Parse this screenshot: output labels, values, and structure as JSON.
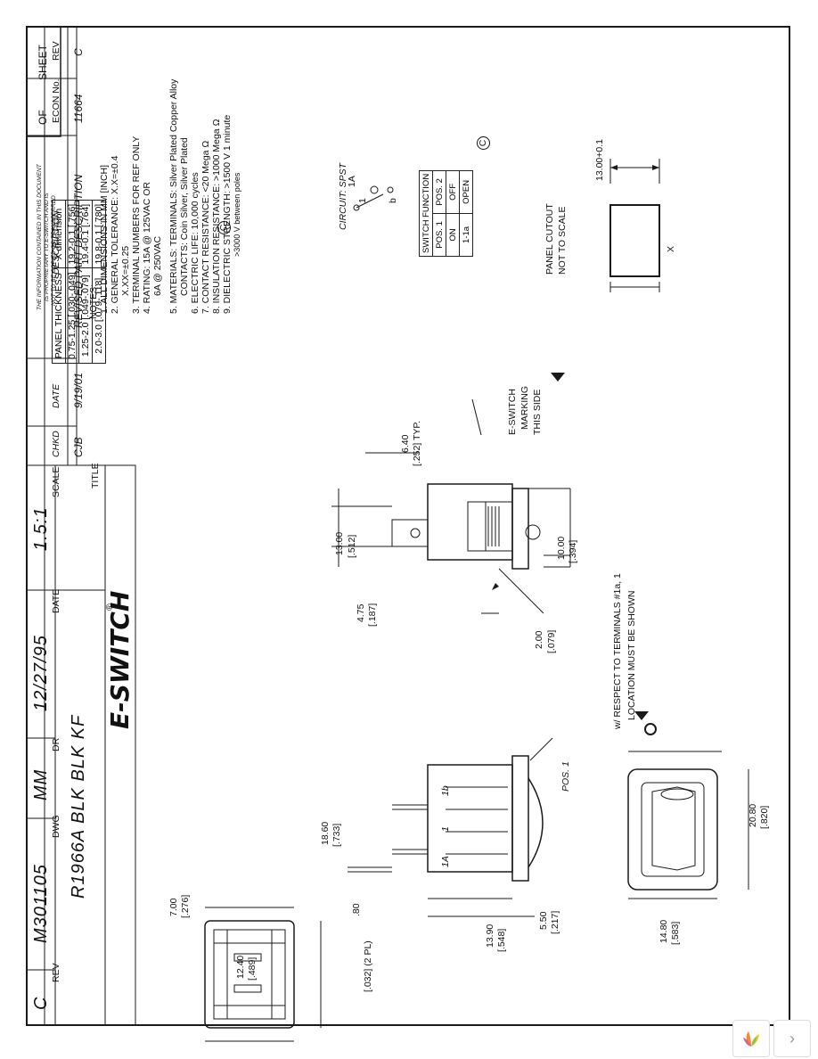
{
  "sheet": {
    "sheet_label": "SHEET",
    "of_label": "OF"
  },
  "panel_table": {
    "headers": [
      "PANEL THICKNESS",
      "X dimension"
    ],
    "rows": [
      [
        "0.75-1.25 [.030-.049]",
        "19.2-0.1 [.756]"
      ],
      [
        "1.25-2.0 [.049-.079]",
        "19.4-0.1 [.764]"
      ],
      [
        "2.0-3.0 [.079-.118]",
        "19.8-0.1 [.780]"
      ]
    ]
  },
  "panel_cutout": {
    "dim_top": "13.00+0.1",
    "x_label": "X",
    "title": "PANEL CUTOUT",
    "note": "NOT TO SCALE"
  },
  "notes": {
    "heading": "NOTES:",
    "lines": [
      "1. ALL DIMENSIONS IN MM [INCH]",
      "2. GENERAL TOLERANCE: X.X=±0.4",
      "X.XX=±0.25",
      "3. TERMINAL NUMBERS FOR REF ONLY",
      "4. RATING: 15A @ 125VAC OR",
      "6A @ 250VAC",
      "5. MATERIALS: TERMINALS: Silver Plated Copper Alloy",
      "CONTACTS: Coin Silver, Silver Plated",
      "6. ELECTRIC LIFE: 10,000 cycles",
      "7. CONTACT RESISTANCE: <20 Mega Ω",
      "8. INSULATION RESISTANCE: >1000 Mega Ω",
      "9. DIELECTRIC STRENGTH: >1500 V 1 minute",
      ">3000 V between poles"
    ],
    "circle_c": "C"
  },
  "circuit": {
    "label": "CIRCUIT: SPST",
    "t1a": "1A",
    "t1": "1",
    "tb": "b"
  },
  "switch_function": {
    "title": "SWITCH FUNCTION",
    "headers": [
      "POS. 1",
      "POS. 2"
    ],
    "row_on": [
      "ON",
      "OFF"
    ],
    "row_term": [
      "1-1a",
      "OPEN"
    ],
    "circle_c": "C"
  },
  "side_view_top": {
    "marking": [
      "E-SWITCH",
      "MARKING",
      "THIS SIDE"
    ],
    "d1": [
      "10.00",
      "[.394]"
    ],
    "d2": [
      "6.40",
      "[.252] TYP."
    ],
    "d3": [
      "13.00",
      "[.512]"
    ],
    "d4": [
      "4.75",
      "[.187]"
    ],
    "d5": [
      "2.00",
      "[.079]"
    ]
  },
  "location_note": {
    "line1": "LOCATION MUST BE SHOWN",
    "line2": "w/ RESPECT TO TERMINALS #1a, 1"
  },
  "front_view": {
    "d1": [
      "20.80",
      "[.820]"
    ],
    "d2": [
      "14.80",
      "[.583]"
    ]
  },
  "side_view_bottom": {
    "pos_label": "POS. 1",
    "terminals": [
      "1b",
      "1",
      "1A"
    ],
    "d1": [
      "5.50",
      "[.217]"
    ],
    "d2": [
      "13.90",
      "[.548]"
    ],
    "d3": [
      ".80",
      "[.032] (2 PL)"
    ]
  },
  "bottom_view": {
    "d1": [
      "18.60",
      "[.733]"
    ],
    "d2": [
      "7.00",
      "[.276]"
    ],
    "d3": [
      "12.40",
      "[.489]"
    ]
  },
  "revision_block": {
    "rev_header": "REV",
    "econ_header": "ECON No.",
    "desc_header": "DESCRIPTION",
    "date_header": "DATE",
    "chkd_header": "CHKD",
    "rev": "C",
    "econ": "11664",
    "desc": "REVISED PART DESCRIPTION",
    "date": "9/19/01",
    "chkd": "CJB",
    "proprietary": [
      "THE INFORMATION CONTAINED IN THIS DOCUMENT",
      "IS PROPRIETARY TO E-SWITCH AND IS",
      "NOT TO BE COPIED OR TRANSFERRED"
    ]
  },
  "title_block": {
    "title_label": "TITLE",
    "logo": "E-SWITCH",
    "logo_reg": "®",
    "part": "R1966A BLK BLK KF",
    "scale_label": "SCALE",
    "scale": "1.5:1",
    "date_label": "DATE",
    "date": "12/27/95",
    "dr_label": "DR",
    "dr": "MM",
    "dwg_label": "DWG",
    "dwg": "M301105",
    "rev_label": "REV",
    "rev": "C"
  }
}
